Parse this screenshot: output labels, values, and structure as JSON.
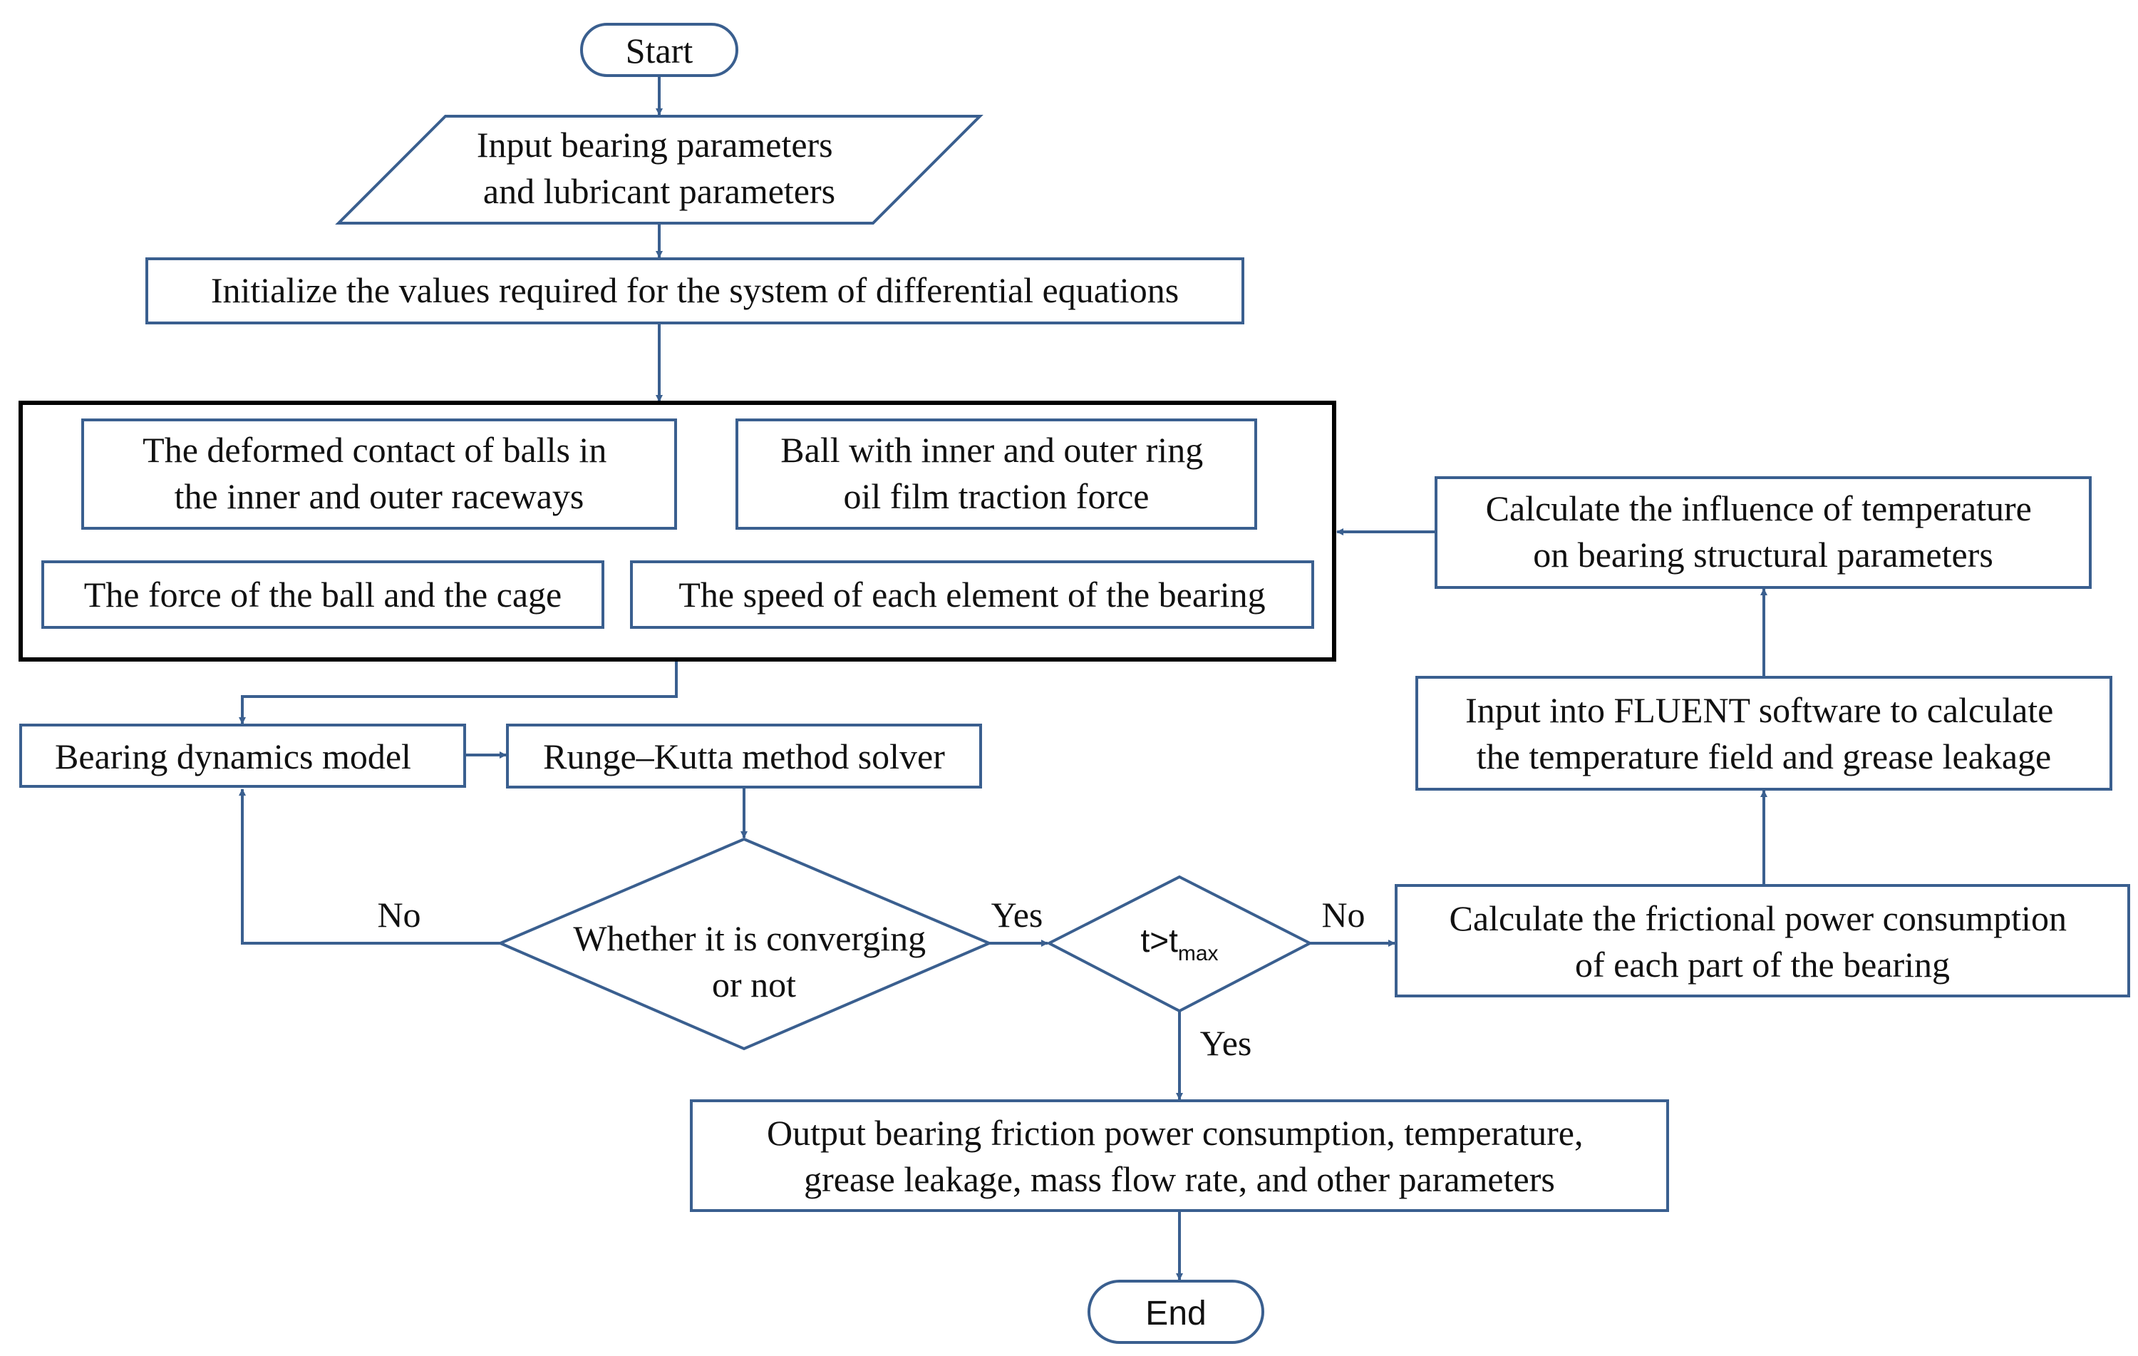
{
  "nodes": {
    "start": "Start",
    "input_params": [
      "Input bearing parameters",
      "and lubricant parameters"
    ],
    "initialize": "Initialize the values required for the system of differential equations",
    "deformed_contact": [
      "The deformed contact of balls in",
      "the inner and outer raceways"
    ],
    "traction_force": [
      "Ball with inner and outer ring",
      "oil film traction force"
    ],
    "ball_cage_force": "The force of the ball and the cage",
    "element_speed": "The speed of each element of the bearing",
    "dynamics_model": "Bearing dynamics model",
    "rk_solver": "Runge–Kutta method solver",
    "converging": [
      "Whether it is converging",
      "or not"
    ],
    "time_check": {
      "base": "t>t",
      "sub": "max"
    },
    "friction_power": [
      "Calculate the frictional power consumption",
      "of each part of the bearing"
    ],
    "fluent": [
      "Input into FLUENT software to calculate",
      "the temperature field and grease leakage"
    ],
    "temperature_influence": [
      "Calculate the influence of temperature",
      "on bearing structural parameters"
    ],
    "output": [
      "Output bearing friction power consumption, temperature,",
      "grease leakage, mass flow rate, and other parameters"
    ],
    "end": "End"
  },
  "edge_labels": {
    "converging_no": "No",
    "converging_yes": "Yes",
    "time_no": "No",
    "time_yes": "Yes"
  },
  "colors": {
    "stroke": "#3a5f8f",
    "frame": "#000000",
    "text": "#111111"
  }
}
